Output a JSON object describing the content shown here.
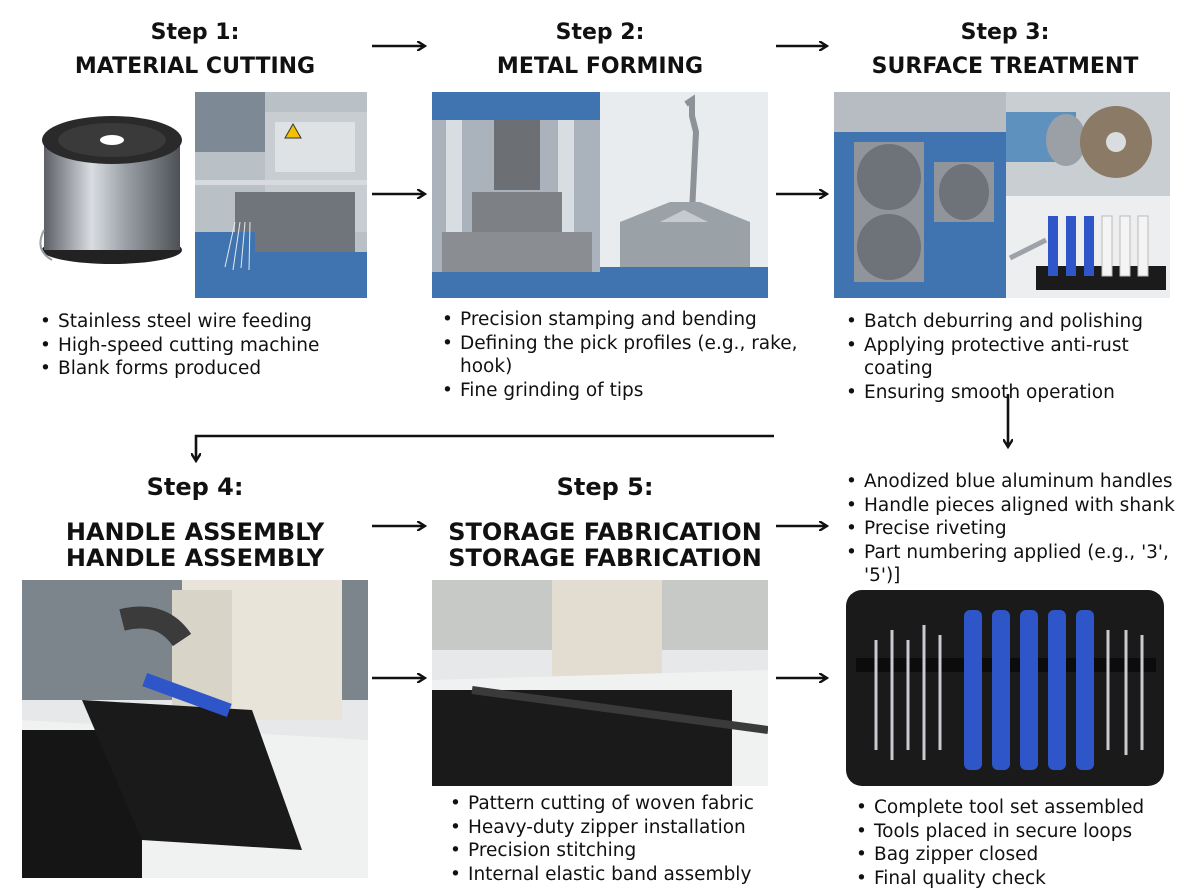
{
  "steps": [
    {
      "label": "Step 1:",
      "title": "MATERIAL CUTTING",
      "bullets": [
        "Stainless steel wire feeding",
        "High-speed cutting machine",
        "Blank forms produced"
      ]
    },
    {
      "label": "Step 2:",
      "title": "METAL FORMING",
      "bullets": [
        "Precision stamping and bending",
        "Defining the pick profiles (e.g., rake, hook)",
        "Fine grinding of tips"
      ]
    },
    {
      "label": "Step 3:",
      "title": "SURFACE TREATMENT",
      "bullets": [
        "Batch deburring and polishing",
        "Applying protective anti-rust coating",
        "Ensuring smooth operation"
      ]
    },
    {
      "label": "Step 4:",
      "title_line1": "HANDLE ASSEMBLY",
      "title_line2": "HANDLE ASSEMBLY",
      "bullets": [
        "Anodized blue aluminum handles",
        "Handle pieces aligned with shank",
        "Precise riveting",
        "Part numbering applied (e.g., '3', '5')]"
      ]
    },
    {
      "label": "Step 5:",
      "title_line1": "STORAGE FABRICATION",
      "title_line2": "STORAGE FABRICATION",
      "bullets": [
        "Pattern cutting of woven fabric",
        "Heavy-duty zipper installation",
        "Precision stitching",
        "Internal elastic band assembly"
      ]
    }
  ],
  "final": {
    "bullets": [
      "Complete tool set assembled",
      "Tools placed in secure loops",
      "Bag zipper closed",
      "Final quality check"
    ]
  },
  "colors": {
    "machine_blue": "#3f74b0",
    "handle_blue": "#2f56c8",
    "arrow": "#111111"
  }
}
